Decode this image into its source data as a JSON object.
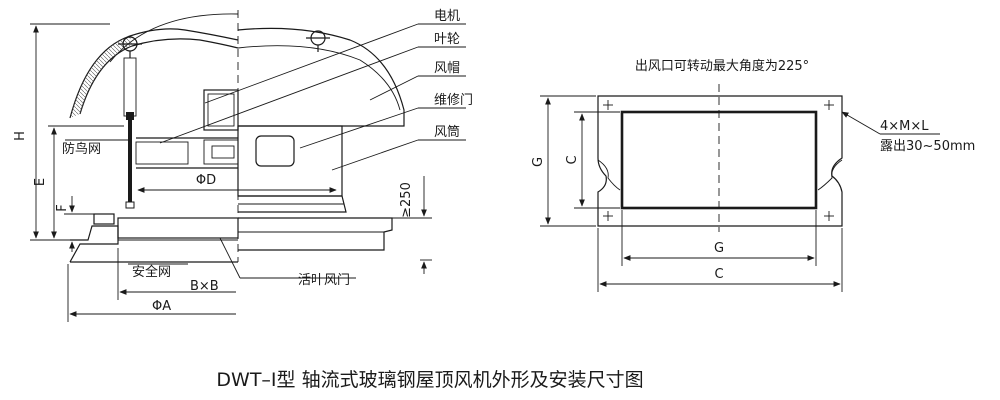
{
  "caption": "DWT–I型  轴流式玻璃钢屋顶风机外形及安装尺寸图",
  "fan_view": {
    "callouts": {
      "motor": "电机",
      "impeller": "叶轮",
      "hood": "风帽",
      "access_door": "维修门",
      "duct": "风筒",
      "bird_screen": "防鸟网",
      "safety_net": "安全网",
      "louver_damper": "活叶风门"
    },
    "dimensions": {
      "H": "H",
      "E": "E",
      "F": "F",
      "phi_D": "ΦD",
      "min_height": "≥250",
      "B_x_B": "B×B",
      "phi_A": "ΦA"
    }
  },
  "flange_view": {
    "note": "出风口可转动最大角度为225°",
    "bolt_spec_line1": "4×M×L",
    "bolt_spec_line2": "露出30~50mm",
    "dimensions": {
      "G_vertical": "G",
      "C_vertical": "C",
      "G_horizontal": "G",
      "C_horizontal": "C"
    }
  }
}
